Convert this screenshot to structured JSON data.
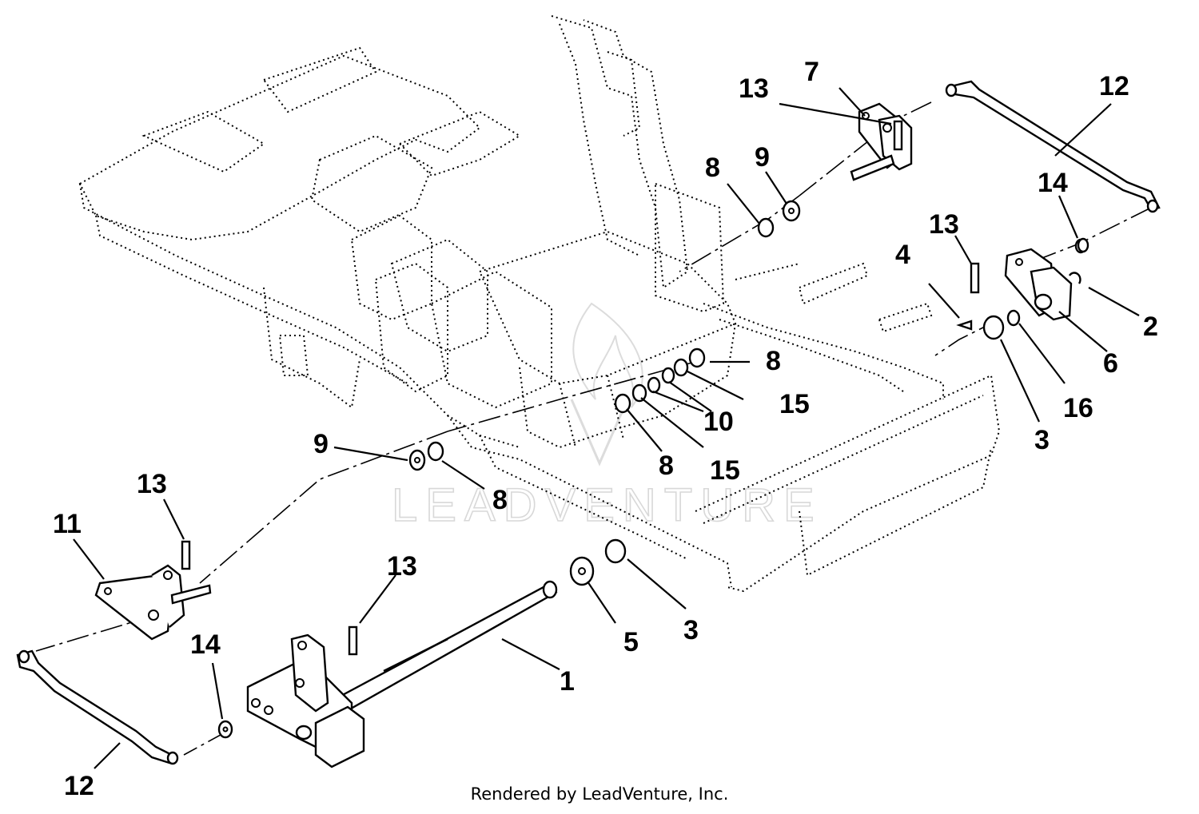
{
  "watermark": "LEADVENTURE",
  "footer": "Rendered by LeadVenture, Inc.",
  "callouts": {
    "c1": "1",
    "c2": "2",
    "c3a": "3",
    "c3b": "3",
    "c4": "4",
    "c5": "5",
    "c6": "6",
    "c7": "7",
    "c8a": "8",
    "c8b": "8",
    "c8c": "8",
    "c8d": "8",
    "c9a": "9",
    "c9b": "9",
    "c10": "10",
    "c11": "11",
    "c12a": "12",
    "c12b": "12",
    "c13a": "13",
    "c13b": "13",
    "c13c": "13",
    "c13d": "13",
    "c14a": "14",
    "c14b": "14",
    "c15a": "15",
    "c15b": "15",
    "c16": "16"
  }
}
